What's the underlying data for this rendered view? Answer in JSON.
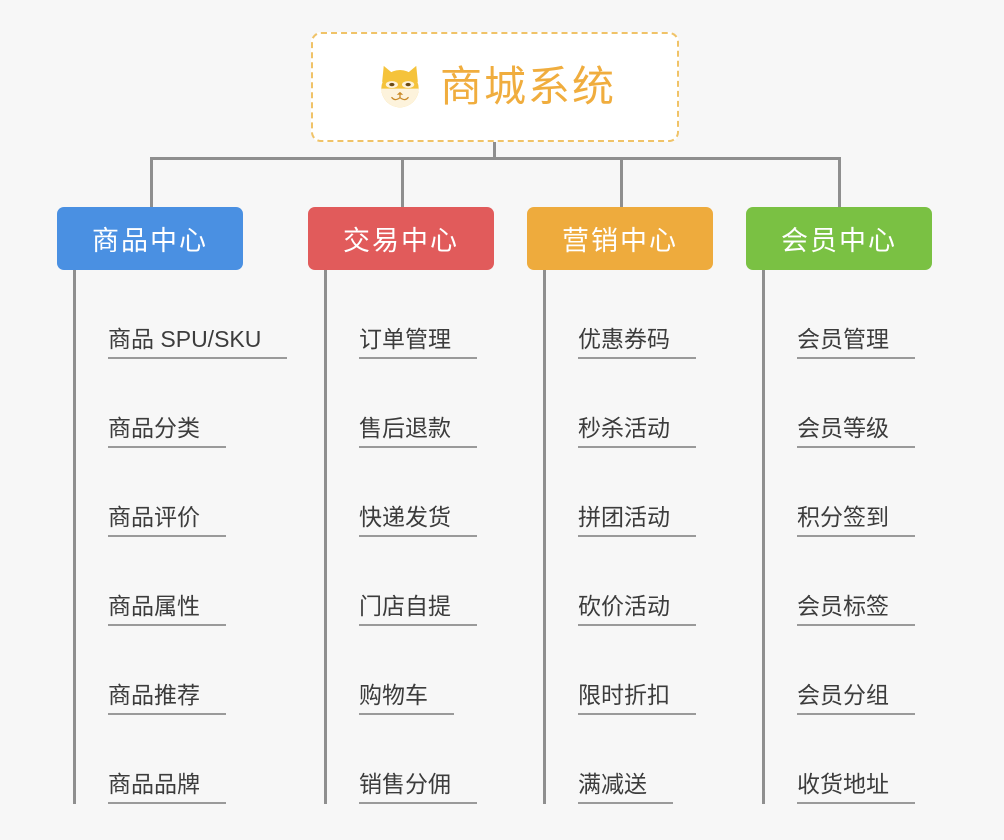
{
  "canvas": {
    "background": "#f7f7f7",
    "connector_color": "#8f8f8f"
  },
  "root": {
    "title": "商城系统",
    "icon": "shiba-dog-face-icon",
    "accent_color": "#f0ad3e",
    "border_color": "#f0c368",
    "background": "#ffffff"
  },
  "branches": [
    {
      "label": "商品中心",
      "color": "#4a90e2",
      "items": [
        "商品 SPU/SKU",
        "商品分类",
        "商品评价",
        "商品属性",
        "商品推荐",
        "商品品牌"
      ]
    },
    {
      "label": "交易中心",
      "color": "#e15b5b",
      "items": [
        "订单管理",
        "售后退款",
        "快递发货",
        "门店自提",
        "购物车",
        "销售分佣"
      ]
    },
    {
      "label": "营销中心",
      "color": "#eeab3d",
      "items": [
        "优惠券码",
        "秒杀活动",
        "拼团活动",
        "砍价活动",
        "限时折扣",
        "满减送"
      ]
    },
    {
      "label": "会员中心",
      "color": "#7ac143",
      "items": [
        "会员管理",
        "会员等级",
        "积分签到",
        "会员标签",
        "会员分组",
        "收货地址"
      ]
    }
  ]
}
